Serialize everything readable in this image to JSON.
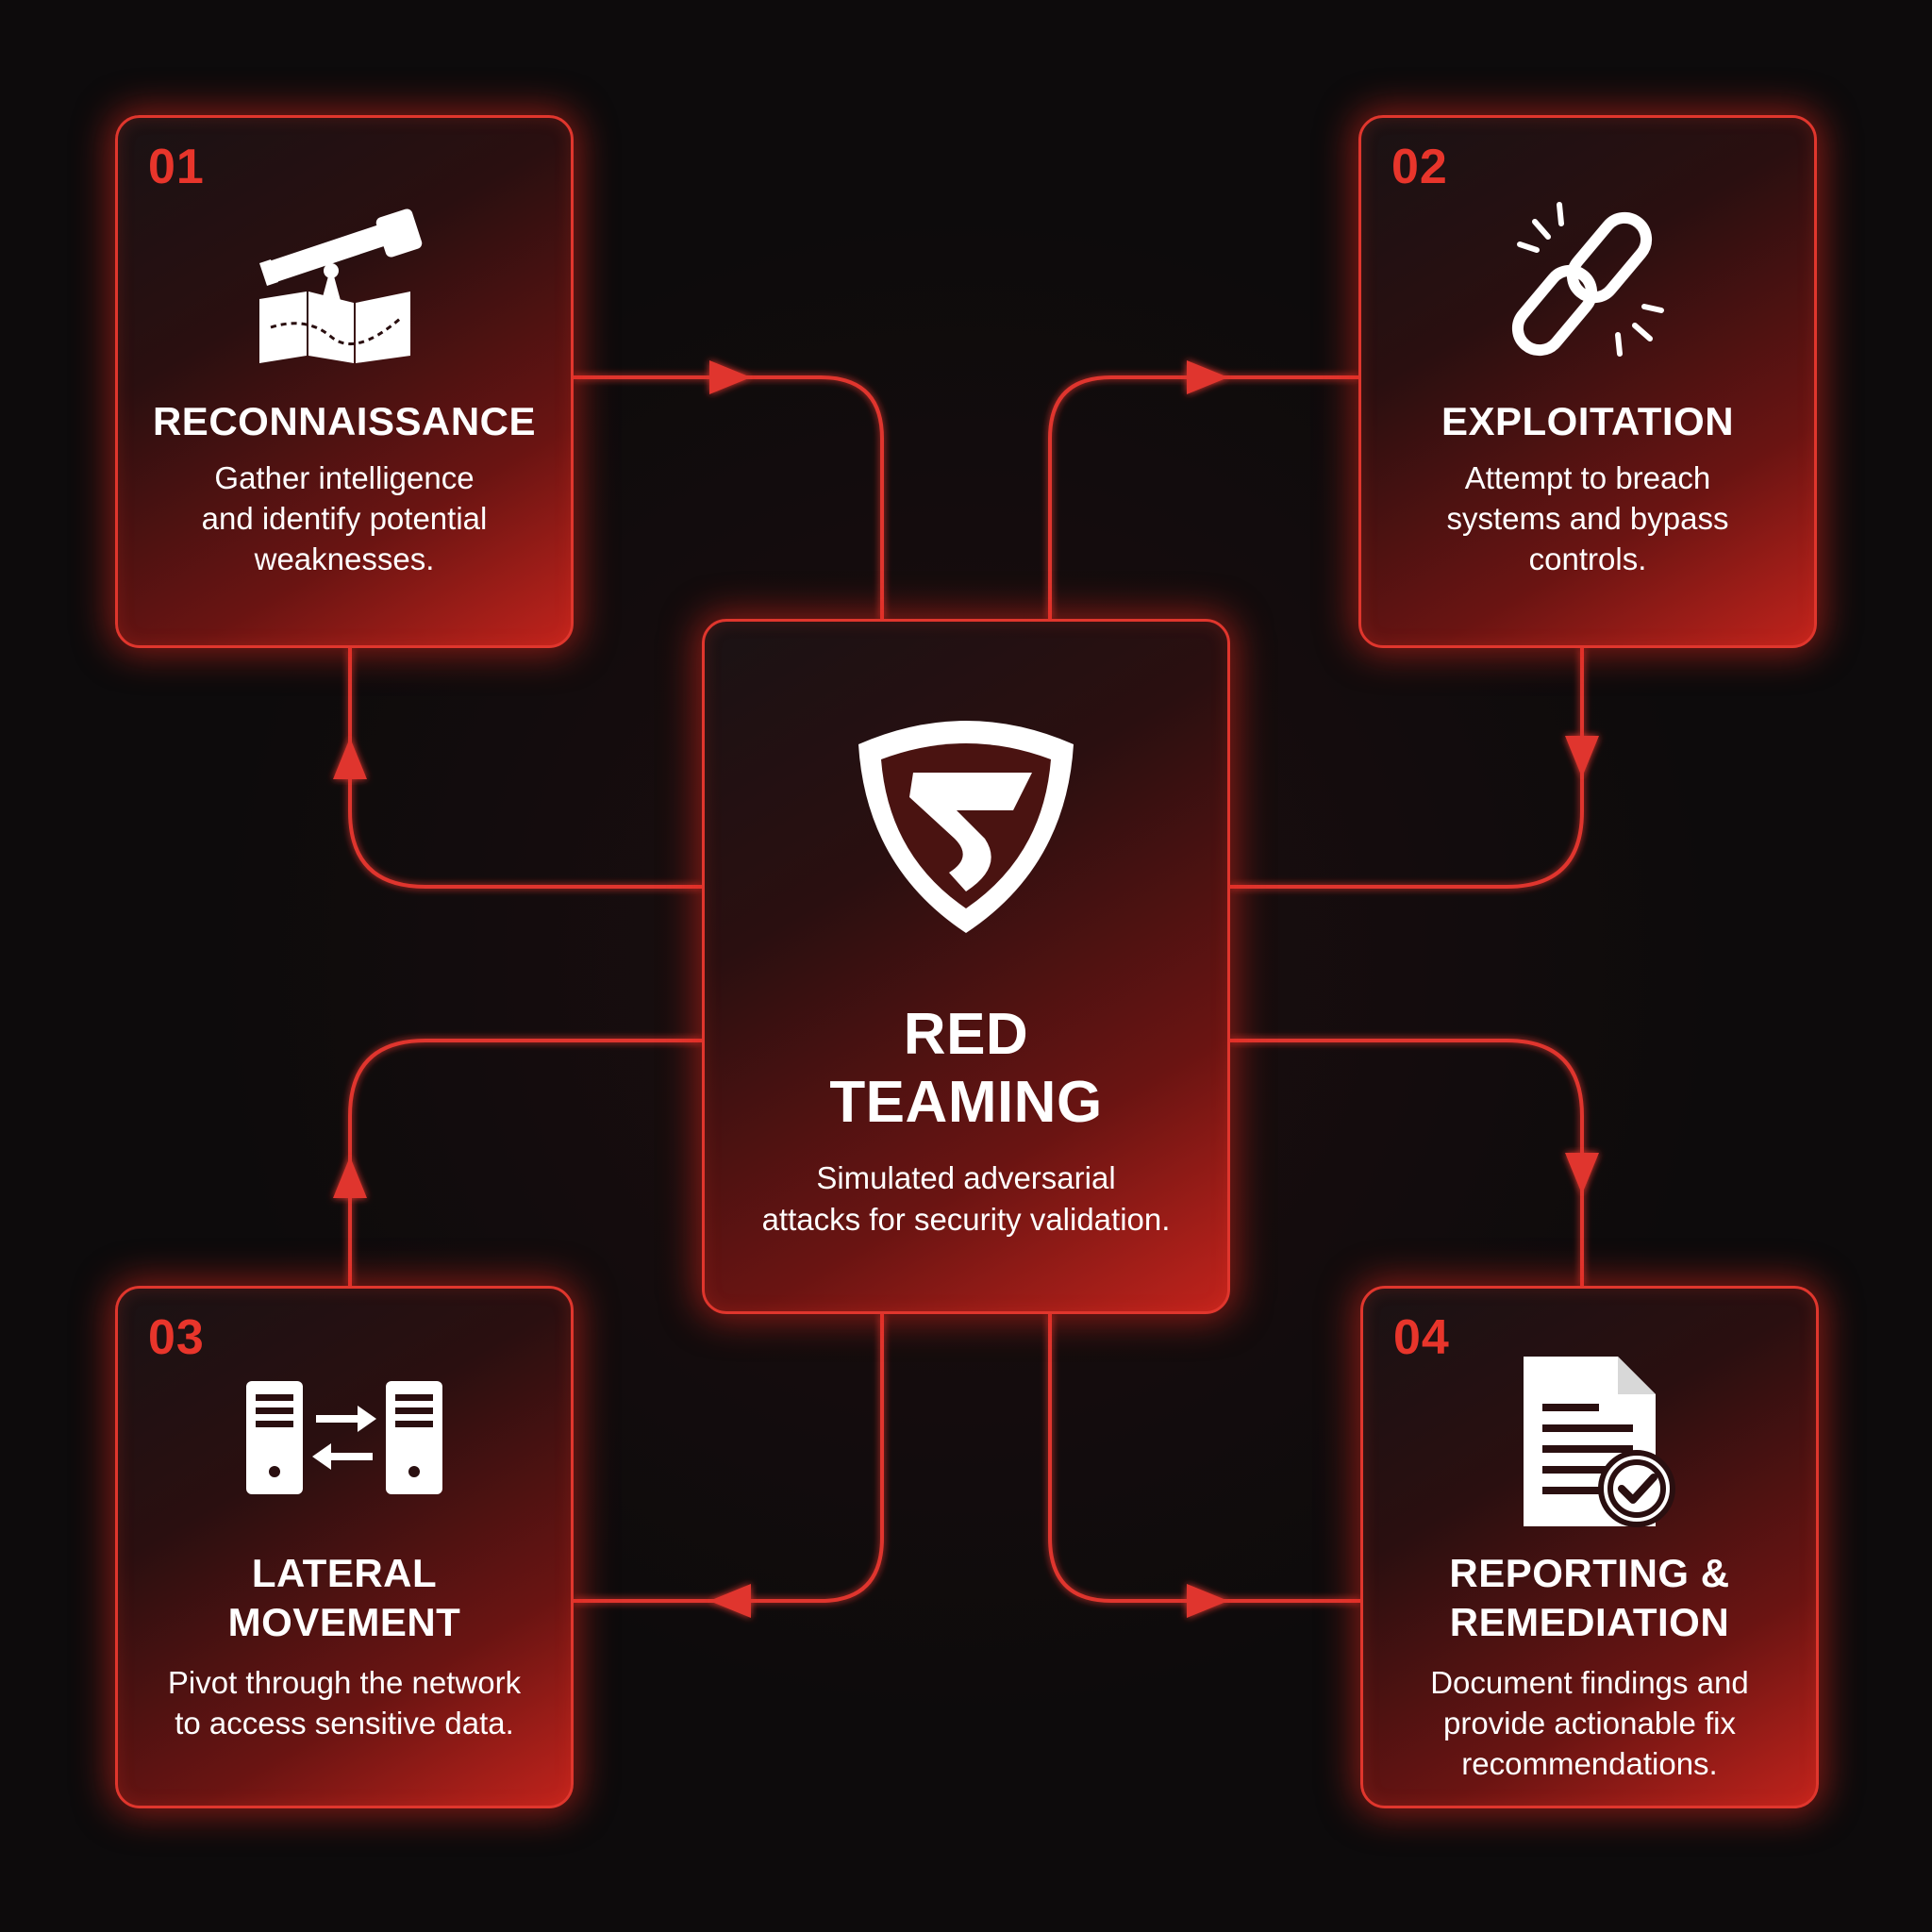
{
  "center": {
    "title": "RED\nTEAMING",
    "description": "Simulated adversarial\nattacks for security validation.",
    "icon": "shield-logo-icon"
  },
  "steps": [
    {
      "number": "01",
      "title": "RECONNAISSANCE",
      "description": "Gather intelligence\nand identify potential\nweaknesses.",
      "icon": "telescope-map-icon"
    },
    {
      "number": "02",
      "title": "EXPLOITATION",
      "description": "Attempt to breach\nsystems and bypass\ncontrols.",
      "icon": "broken-chain-icon"
    },
    {
      "number": "03",
      "title": "LATERAL\nMOVEMENT",
      "description": "Pivot through the network\nto access sensitive data.",
      "icon": "server-transfer-icon"
    },
    {
      "number": "04",
      "title": "REPORTING &\nREMEDIATION",
      "description": "Document findings and\nprovide actionable fix\nrecommendations.",
      "icon": "document-check-icon"
    }
  ],
  "colors": {
    "accent": "#e0362d",
    "background": "#0d0b0c",
    "text": "#ffffff"
  }
}
